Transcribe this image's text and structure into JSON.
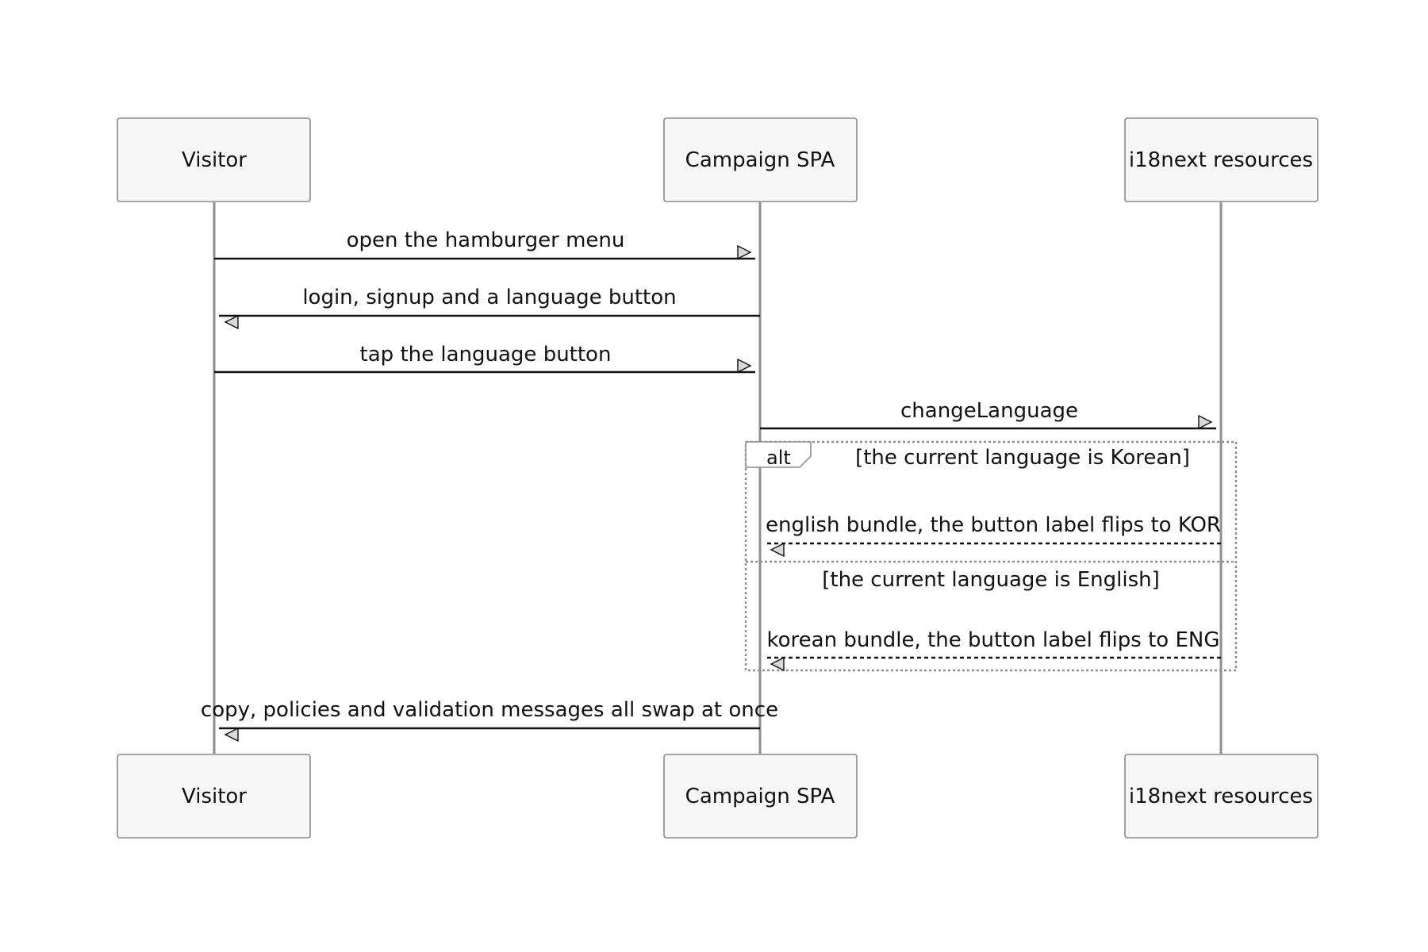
{
  "participants": {
    "visitor": "Visitor",
    "spa": "Campaign SPA",
    "i18n": "i18next resources"
  },
  "messages": [
    {
      "from": "visitor",
      "to": "spa",
      "style": "solid",
      "label": "open the hamburger menu"
    },
    {
      "from": "spa",
      "to": "visitor",
      "style": "solid",
      "label": "login, signup and a language button"
    },
    {
      "from": "visitor",
      "to": "spa",
      "style": "solid",
      "label": "tap the language button"
    },
    {
      "from": "spa",
      "to": "i18n",
      "style": "solid",
      "label": "changeLanguage"
    },
    {
      "from": "i18n",
      "to": "spa",
      "style": "dashed",
      "label": "english bundle, the button label flips to KOR"
    },
    {
      "from": "i18n",
      "to": "spa",
      "style": "dashed",
      "label": "korean bundle, the button label flips to ENG"
    },
    {
      "from": "spa",
      "to": "visitor",
      "style": "solid",
      "label": "copy, policies and validation messages all swap at once"
    }
  ],
  "alt_block": {
    "keyword": "alt",
    "conditions": [
      "[the current language is Korean]",
      "[the current language is English]"
    ]
  }
}
